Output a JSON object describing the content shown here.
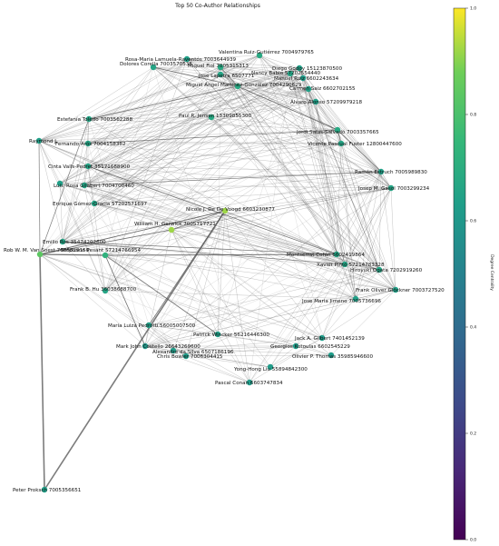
{
  "title": "Top 50 Co-Author Relationships",
  "colorbar": {
    "label": "Degree Centrality",
    "ticks": [
      "0.0",
      "0.2",
      "0.4",
      "0.6",
      "0.8",
      "1.0"
    ],
    "colormap": "viridis"
  },
  "nodes": [
    {
      "id": "valentina",
      "label": "Valentina Ruiz-Gutiérrez 7004979765",
      "c": 0.68
    },
    {
      "id": "rosamaria",
      "label": "Rosa-Maria Lamuela-Raventós 7003644939",
      "c": 0.64
    },
    {
      "id": "dolores",
      "label": "Dolores Corella 7003570538",
      "c": 0.66
    },
    {
      "id": "fiol",
      "label": "Miquel Fiol 7005315313",
      "c": 0.68
    },
    {
      "id": "godoy",
      "label": "Diego Godoy 15123870500",
      "c": 0.64
    },
    {
      "id": "babio",
      "label": "Nancy Babio 57202554440",
      "c": 0.66
    },
    {
      "id": "lapetra",
      "label": "José Lapetra 6507771",
      "c": 0.66
    },
    {
      "id": "ruiz",
      "label": "Manuel Ruiz 6602243634",
      "c": 0.62
    },
    {
      "id": "martinez",
      "label": "Miguel Ángel Martínez-González 7004290629",
      "c": 0.68
    },
    {
      "id": "saiz",
      "label": "Carmen Saiz 6602702155",
      "c": 0.64
    },
    {
      "id": "alonso",
      "label": "Álvaro Alonso 57209979218",
      "c": 0.64
    },
    {
      "id": "toledo",
      "label": "Estefanía Toledo 7003562288",
      "c": 0.66
    },
    {
      "id": "jensen",
      "label": "Paul R. Jensen 13309855300",
      "c": 0.68
    },
    {
      "id": "salvado",
      "label": "Jordi Salas-Salvadó 7003357665",
      "c": 0.68
    },
    {
      "id": "raymond",
      "label": "Raymond J.",
      "c": 0.64
    },
    {
      "id": "aros",
      "label": "Fernando Arós 7004158382",
      "c": 0.66
    },
    {
      "id": "pascual",
      "label": "Vicente Pascual Fuster 12800447600",
      "c": 0.66
    },
    {
      "id": "vallspedret",
      "label": "Cinta Valls-Pedret 35171688900",
      "c": 0.66
    },
    {
      "id": "estruch",
      "label": "Ramón Estruch 7005989830",
      "c": 0.64
    },
    {
      "id": "luis",
      "label": "Luis",
      "c": 0.64
    },
    {
      "id": "gilbert",
      "label": "Rosa Gilabert 7004700460",
      "c": 0.66
    },
    {
      "id": "gasol",
      "label": "Josep M. Gasol 7003299234",
      "c": 0.66
    },
    {
      "id": "gomezgracia",
      "label": "Enrique Gómez-Gracia 57202571697",
      "c": 0.66
    },
    {
      "id": "devoogd",
      "label": "Nicole J. De De Voogd 6603230877",
      "c": 0.92
    },
    {
      "id": "gerwick",
      "label": "William H. Gerwick 7005717721",
      "c": 0.92
    },
    {
      "id": "ros",
      "label": "Emilio Ros 35474202600",
      "c": 0.66
    },
    {
      "id": "vansoest",
      "label": "Rob W. M. Van Soest 7005829150",
      "c": 0.84
    },
    {
      "id": "pesant",
      "label": "Stéphane Pesant 57214766954",
      "c": 0.72
    },
    {
      "id": "cofan",
      "label": "Montserrat Cofán 6602419864",
      "c": 0.66
    },
    {
      "id": "pinto",
      "label": "Xavier Pintó 57214783328",
      "c": 0.66
    },
    {
      "id": "ogata",
      "label": "Hiroyuki Ogata 7202919260",
      "c": 0.66
    },
    {
      "id": "hu",
      "label": "Frank B. Hu 36038688700",
      "c": 0.66
    },
    {
      "id": "glockner",
      "label": "Frank Oliver Glöckner 7003727520",
      "c": 0.64
    },
    {
      "id": "jimeno",
      "label": "Jose Maria Jimeno 7005736696",
      "c": 0.64
    },
    {
      "id": "pedrotti",
      "label": "Maria Luiza Pedrotti 56005007500",
      "c": 0.64
    },
    {
      "id": "wincker",
      "label": "Patrick Wincker 56216446300",
      "c": 0.64
    },
    {
      "id": "jgilbert",
      "label": "Jack A. Gilbert 7401452139",
      "c": 0.62
    },
    {
      "id": "costello",
      "label": "Mark John Costello 26643269600",
      "c": 0.6
    },
    {
      "id": "kotoulas",
      "label": "Georgios Kotoulas 6602545229",
      "c": 0.62
    },
    {
      "id": "dasilva",
      "label": "Alexandre da Silva 6507186196",
      "c": 0.62
    },
    {
      "id": "bowler",
      "label": "Chris Bowler 7006304415",
      "c": 0.62
    },
    {
      "id": "thomas",
      "label": "Olivier P. Thomas 35985946600",
      "c": 0.62
    },
    {
      "id": "yongliu",
      "label": "Yong-Hong Liu 55894842300",
      "c": 0.62
    },
    {
      "id": "conan",
      "label": "Pascal Conan 6603747834",
      "c": 0.62
    },
    {
      "id": "proksch",
      "label": "Peter Proksch 7005356651",
      "c": 0.64
    }
  ]
}
